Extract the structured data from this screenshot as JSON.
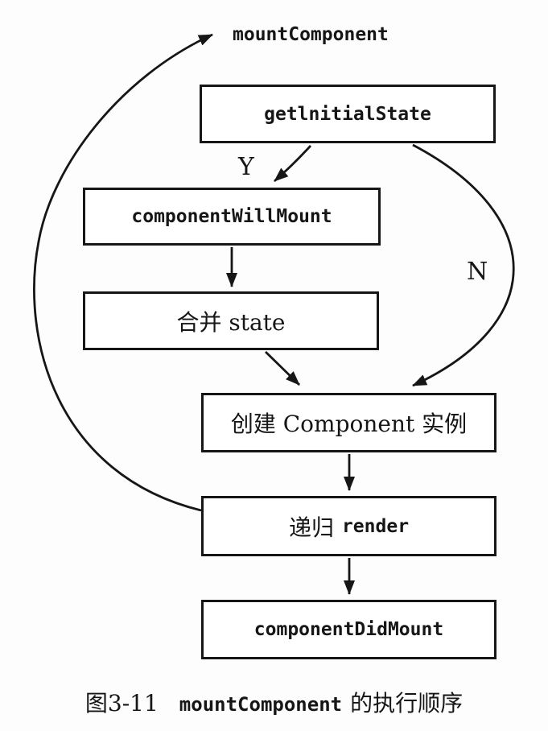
{
  "diagram": {
    "loop_label": "mountComponent",
    "branch_labels": {
      "yes": "Y",
      "no": "N"
    },
    "nodes": [
      {
        "id": "get-initial-state",
        "text": "getlnitialState"
      },
      {
        "id": "component-will-mount",
        "text": "componentWillMount"
      },
      {
        "id": "merge-state",
        "text": "合并 state"
      },
      {
        "id": "create-instance",
        "text": "创建 Component 实例"
      },
      {
        "id": "recursive-render",
        "text_cn": "递归",
        "text_code": "render"
      },
      {
        "id": "component-did-mount",
        "text": "componentDidMount"
      }
    ],
    "caption": {
      "figure_label": "图3-11",
      "code": "mountComponent",
      "suffix": "的执行顺序"
    },
    "colors": {
      "ink": "#161616",
      "background": "#fdfdfd"
    }
  }
}
